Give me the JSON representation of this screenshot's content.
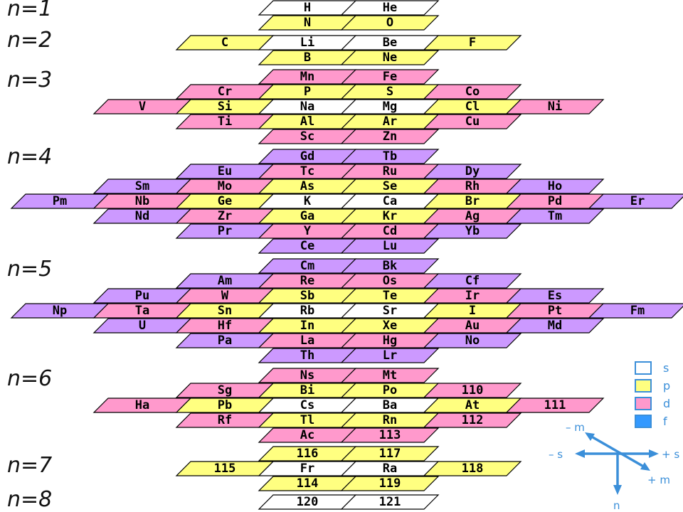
{
  "colors": {
    "s": "#ffffff",
    "p": "#ffff80",
    "d": "#ff99cc",
    "f": "#cc99ff",
    "legend_f": "#3399ff",
    "axis": "#3b8fd9"
  },
  "shells": [
    "n=1",
    "n=2",
    "n=3",
    "n=4",
    "n=5",
    "n=6",
    "n=7",
    "n=8"
  ],
  "legend": [
    {
      "label": "s",
      "key": "s"
    },
    {
      "label": "p",
      "key": "p"
    },
    {
      "label": "d",
      "key": "d"
    },
    {
      "label": "f",
      "key": "legend_f"
    }
  ],
  "axis_labels": {
    "minus_m": "– m",
    "plus_m": "+ m",
    "minus_s": "– s",
    "plus_s": "+ s",
    "n": "n"
  },
  "rows": [
    [
      [
        "H",
        "s"
      ],
      [
        "He",
        "s"
      ]
    ],
    [
      [
        "N",
        "p"
      ],
      [
        "O",
        "p"
      ]
    ],
    [
      [
        "C",
        "p"
      ],
      [
        "Li",
        "s"
      ],
      [
        "Be",
        "s"
      ],
      [
        "F",
        "p"
      ]
    ],
    [
      [
        "B",
        "p"
      ],
      [
        "Ne",
        "p"
      ]
    ],
    [
      [
        "Mn",
        "d"
      ],
      [
        "Fe",
        "d"
      ]
    ],
    [
      [
        "Cr",
        "d"
      ],
      [
        "P",
        "p"
      ],
      [
        "S",
        "p"
      ],
      [
        "Co",
        "d"
      ]
    ],
    [
      [
        "V",
        "d"
      ],
      [
        "Si",
        "p"
      ],
      [
        "Na",
        "s"
      ],
      [
        "Mg",
        "s"
      ],
      [
        "Cl",
        "p"
      ],
      [
        "Ni",
        "d"
      ]
    ],
    [
      [
        "Ti",
        "d"
      ],
      [
        "Al",
        "p"
      ],
      [
        "Ar",
        "p"
      ],
      [
        "Cu",
        "d"
      ]
    ],
    [
      [
        "Sc",
        "d"
      ],
      [
        "Zn",
        "d"
      ]
    ],
    [
      [
        "Gd",
        "f"
      ],
      [
        "Tb",
        "f"
      ]
    ],
    [
      [
        "Eu",
        "f"
      ],
      [
        "Tc",
        "d"
      ],
      [
        "Ru",
        "d"
      ],
      [
        "Dy",
        "f"
      ]
    ],
    [
      [
        "Sm",
        "f"
      ],
      [
        "Mo",
        "d"
      ],
      [
        "As",
        "p"
      ],
      [
        "Se",
        "p"
      ],
      [
        "Rh",
        "d"
      ],
      [
        "Ho",
        "f"
      ]
    ],
    [
      [
        "Pm",
        "f"
      ],
      [
        "Nb",
        "d"
      ],
      [
        "Ge",
        "p"
      ],
      [
        "K",
        "s"
      ],
      [
        "Ca",
        "s"
      ],
      [
        "Br",
        "p"
      ],
      [
        "Pd",
        "d"
      ],
      [
        "Er",
        "f"
      ]
    ],
    [
      [
        "Nd",
        "f"
      ],
      [
        "Zr",
        "d"
      ],
      [
        "Ga",
        "p"
      ],
      [
        "Kr",
        "p"
      ],
      [
        "Ag",
        "d"
      ],
      [
        "Tm",
        "f"
      ]
    ],
    [
      [
        "Pr",
        "f"
      ],
      [
        "Y",
        "d"
      ],
      [
        "Cd",
        "d"
      ],
      [
        "Yb",
        "f"
      ]
    ],
    [
      [
        "Ce",
        "f"
      ],
      [
        "Lu",
        "f"
      ]
    ],
    [
      [
        "Cm",
        "f"
      ],
      [
        "Bk",
        "f"
      ]
    ],
    [
      [
        "Am",
        "f"
      ],
      [
        "Re",
        "d"
      ],
      [
        "Os",
        "d"
      ],
      [
        "Cf",
        "f"
      ]
    ],
    [
      [
        "Pu",
        "f"
      ],
      [
        "W",
        "d"
      ],
      [
        "Sb",
        "p"
      ],
      [
        "Te",
        "p"
      ],
      [
        "Ir",
        "d"
      ],
      [
        "Es",
        "f"
      ]
    ],
    [
      [
        "Np",
        "f"
      ],
      [
        "Ta",
        "d"
      ],
      [
        "Sn",
        "p"
      ],
      [
        "Rb",
        "s"
      ],
      [
        "Sr",
        "s"
      ],
      [
        "I",
        "p"
      ],
      [
        "Pt",
        "d"
      ],
      [
        "Fm",
        "f"
      ]
    ],
    [
      [
        "U",
        "f"
      ],
      [
        "Hf",
        "d"
      ],
      [
        "In",
        "p"
      ],
      [
        "Xe",
        "p"
      ],
      [
        "Au",
        "d"
      ],
      [
        "Md",
        "f"
      ]
    ],
    [
      [
        "Pa",
        "f"
      ],
      [
        "La",
        "d"
      ],
      [
        "Hg",
        "d"
      ],
      [
        "No",
        "f"
      ]
    ],
    [
      [
        "Th",
        "f"
      ],
      [
        "Lr",
        "f"
      ]
    ],
    [
      [
        "Ns",
        "d"
      ],
      [
        "Mt",
        "d"
      ]
    ],
    [
      [
        "Sg",
        "d"
      ],
      [
        "Bi",
        "p"
      ],
      [
        "Po",
        "p"
      ],
      [
        "110",
        "d"
      ]
    ],
    [
      [
        "Ha",
        "d"
      ],
      [
        "Pb",
        "p"
      ],
      [
        "Cs",
        "s"
      ],
      [
        "Ba",
        "s"
      ],
      [
        "At",
        "p"
      ],
      [
        "111",
        "d"
      ]
    ],
    [
      [
        "Rf",
        "d"
      ],
      [
        "Tl",
        "p"
      ],
      [
        "Rn",
        "p"
      ],
      [
        "112",
        "d"
      ]
    ],
    [
      [
        "Ac",
        "d"
      ],
      [
        "113",
        "d"
      ]
    ],
    [
      [
        "116",
        "p"
      ],
      [
        "117",
        "p"
      ]
    ],
    [
      [
        "115",
        "p"
      ],
      [
        "Fr",
        "s"
      ],
      [
        "Ra",
        "s"
      ],
      [
        "118",
        "p"
      ]
    ],
    [
      [
        "114",
        "p"
      ],
      [
        "119",
        "p"
      ]
    ],
    [
      [
        "120",
        "s"
      ],
      [
        "121",
        "s"
      ]
    ]
  ]
}
